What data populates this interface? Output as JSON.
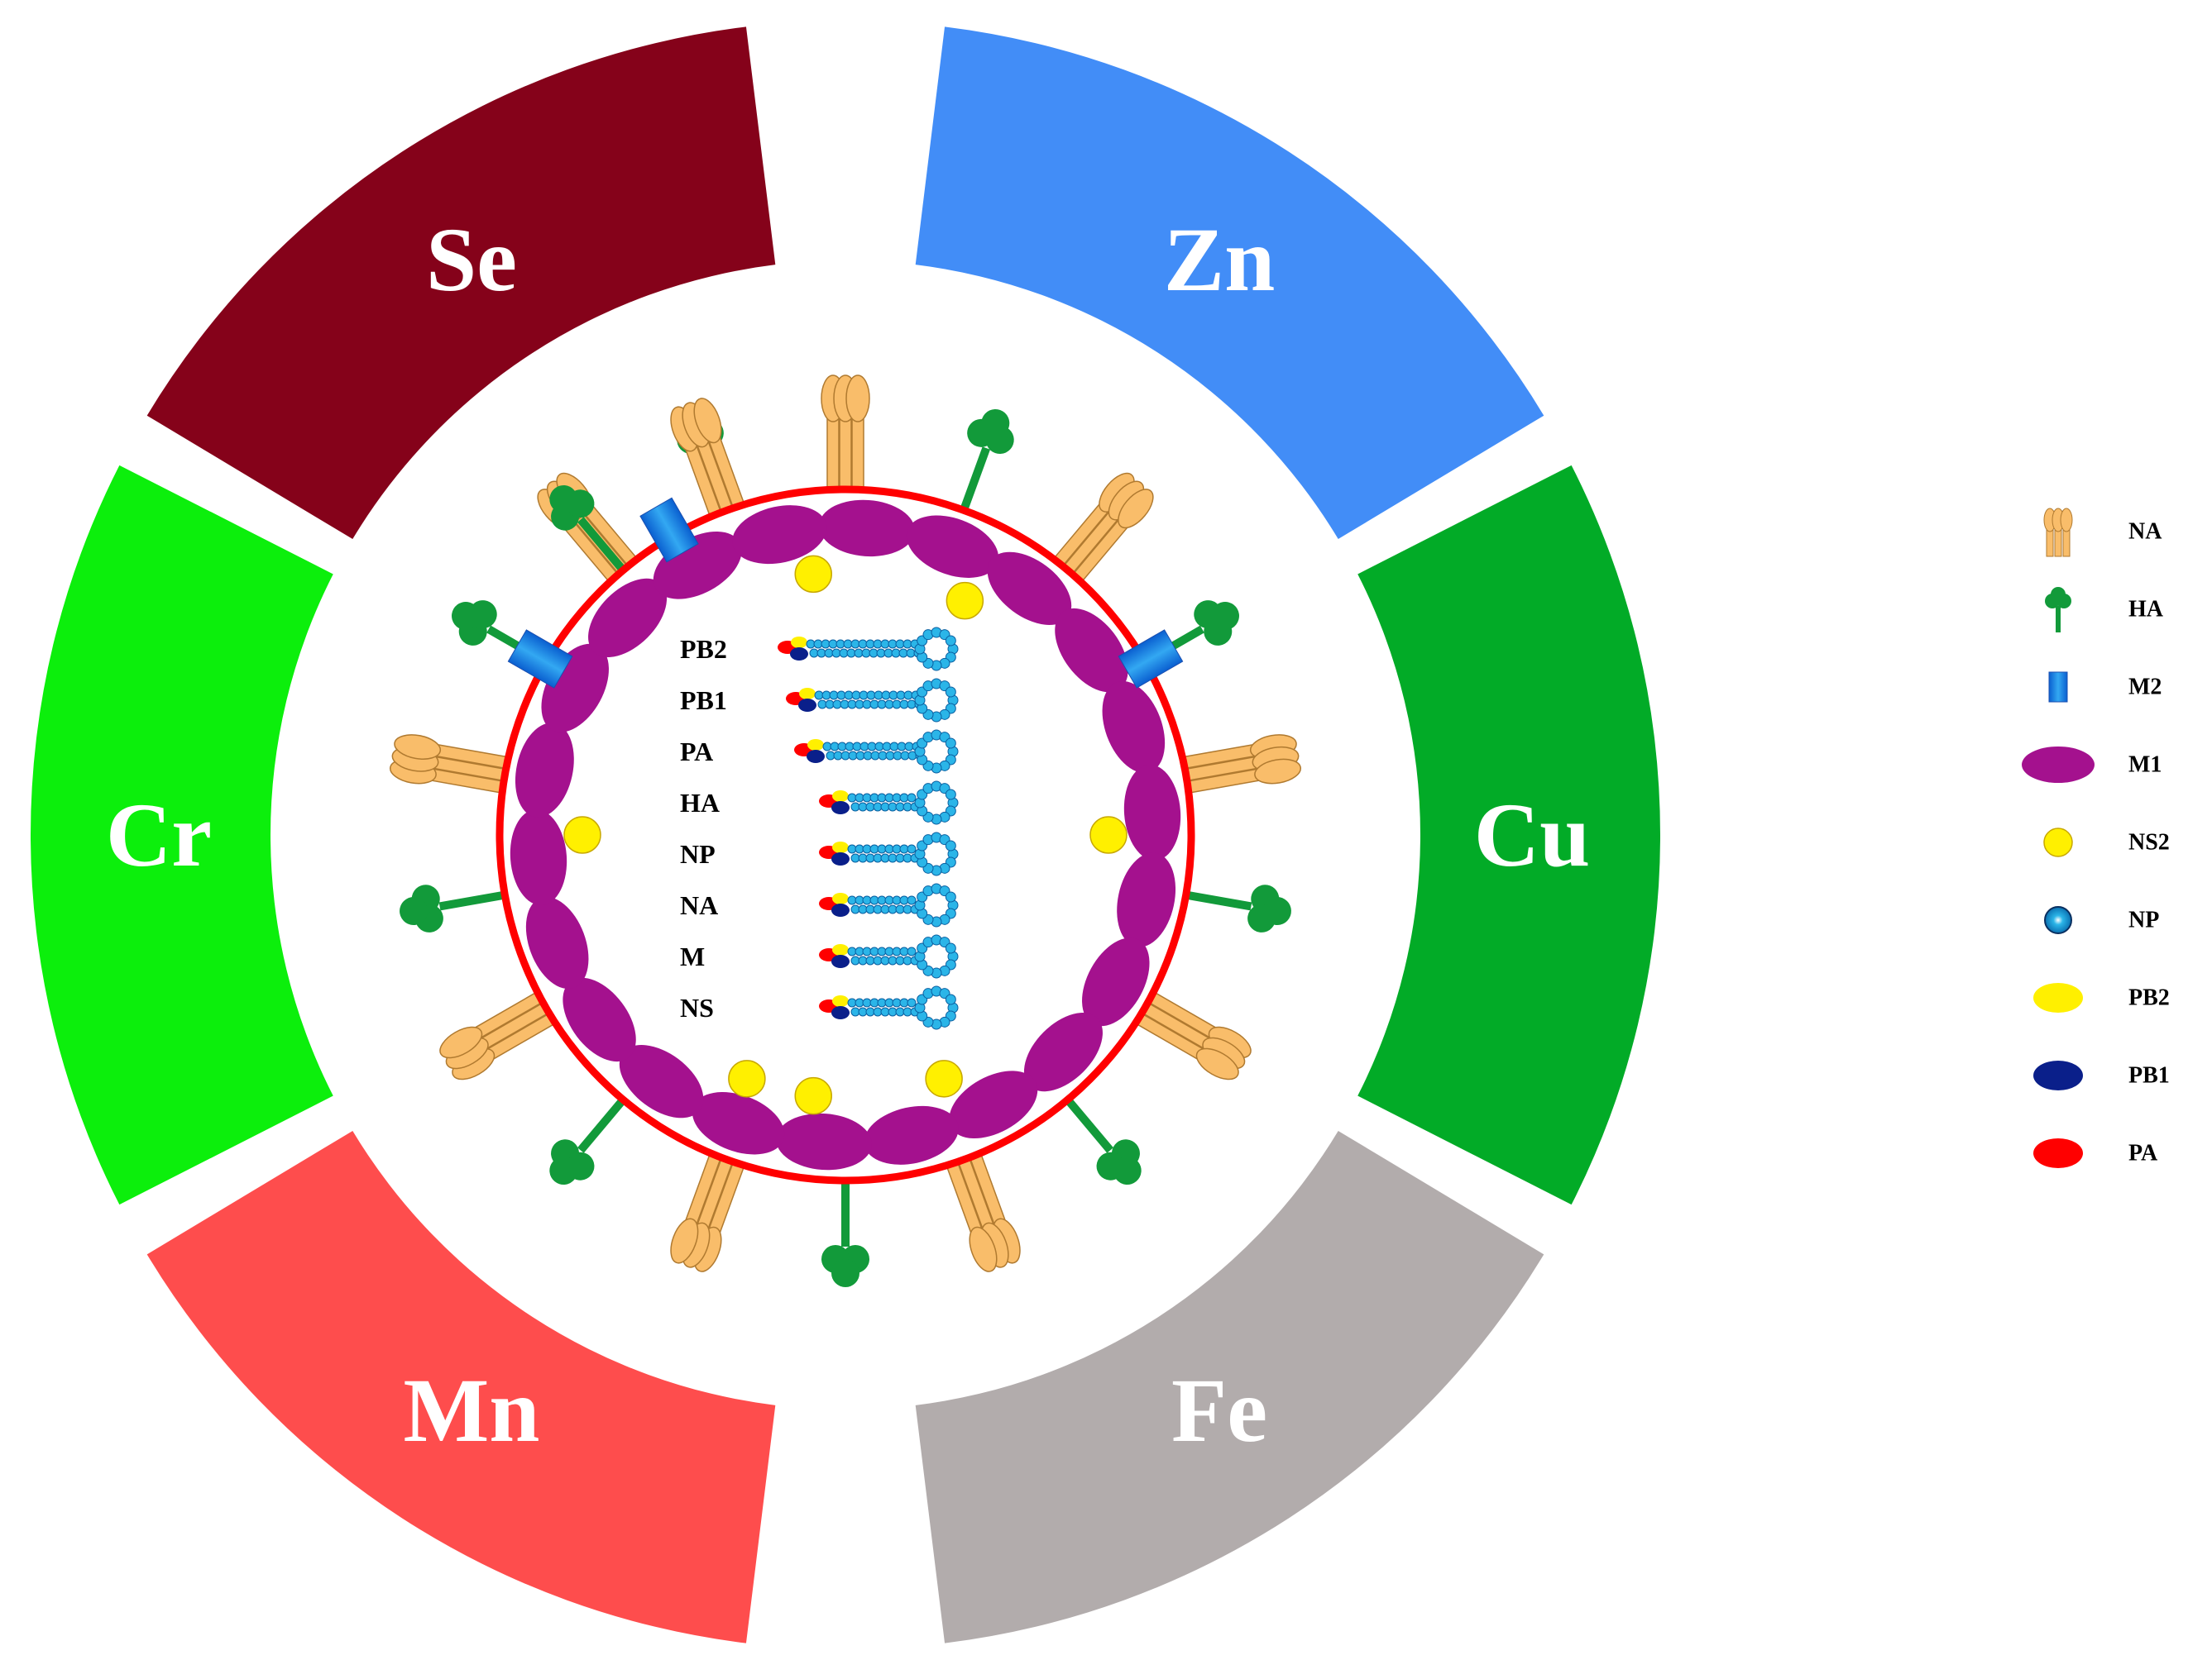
{
  "segments": [
    {
      "label": "Se",
      "color": "#85021a"
    },
    {
      "label": "Zn",
      "color": "#428df7"
    },
    {
      "label": "Cu",
      "color": "#02ab27"
    },
    {
      "label": "Fe",
      "color": "#b2acac"
    },
    {
      "label": "Mn",
      "color": "#fe4d4d"
    },
    {
      "label": "Cr",
      "color": "#0cef0c"
    }
  ],
  "virion": {
    "envelope_color": "#ff0000",
    "gene_segments": [
      "PB2",
      "PB1",
      "PA",
      "HA",
      "NP",
      "NA",
      "M",
      "NS"
    ]
  },
  "legend": [
    {
      "label": "NA",
      "icon": "na-icon",
      "color": "#f9bd6a"
    },
    {
      "label": "HA",
      "icon": "ha-icon",
      "color": "#129a3a"
    },
    {
      "label": "M2",
      "icon": "m2-icon",
      "color": "#1d8ae6"
    },
    {
      "label": "M1",
      "icon": "m1-icon",
      "color": "#a4118e"
    },
    {
      "label": "NS2",
      "icon": "ns2-icon",
      "color": "#fff000"
    },
    {
      "label": "NP",
      "icon": "np-icon",
      "color": "#2bb5e8"
    },
    {
      "label": "PB2",
      "icon": "pb2-icon",
      "color": "#fff000"
    },
    {
      "label": "PB1",
      "icon": "pb1-icon",
      "color": "#0a1f8a"
    },
    {
      "label": "PA",
      "icon": "pa-icon",
      "color": "#ff0000"
    }
  ]
}
